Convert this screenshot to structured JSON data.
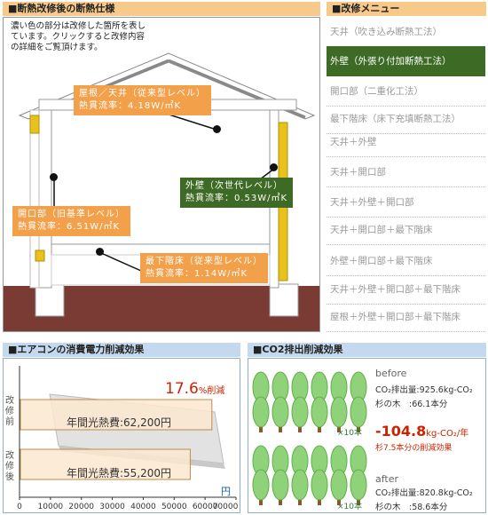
{
  "section_header": "■断熱改修後の断熱仕様",
  "menu_header": "■改修メニュー",
  "panel_note": "濃い色の部分は改修した箇所を表しています。クリックすると改修内容の詳細をご覧頂けます。",
  "labels": {
    "roof": {
      "line1": "屋根／天井（従来型レベル）",
      "line2": "熱貫流率：4.18W/㎡K"
    },
    "wall": {
      "line1": "外壁（次世代レベル）",
      "line2": "熱貫流率：0.53W/㎡K"
    },
    "opening": {
      "line1": "開口部（旧基準レベル）",
      "line2": "熱貫流率：6.51W/㎡K"
    },
    "floor": {
      "line1": "最下階床（従来型レベル）",
      "line2": "熱貫流率：1.14W/㎡K"
    }
  },
  "menu": [
    {
      "label": "天井（吹き込み断熱工法）",
      "active": false
    },
    {
      "label": "外壁（外張り付加断熱工法）",
      "active": true
    },
    {
      "label": "開口部（二重化工法）",
      "active": false
    },
    {
      "label": "最下階床（床下充填断熱工法）",
      "active": false
    },
    {
      "label": "天井＋外壁",
      "active": false
    },
    {
      "label": "天井＋開口部",
      "active": false
    },
    {
      "label": "天井＋外壁＋開口部",
      "active": false
    },
    {
      "label": "天井＋開口部＋最下階床",
      "active": false
    },
    {
      "label": "外壁＋開口部＋最下階床",
      "active": false
    },
    {
      "label": "天井＋外壁＋開口部＋最下階床",
      "active": false
    },
    {
      "label": "屋根＋外壁＋開口部＋最下階床",
      "active": false
    }
  ],
  "aircon": {
    "header": "■エアコンの消費電力削減効果",
    "reduction_value": "17.6",
    "reduction_suffix": "%削減",
    "before_label": "改修前",
    "after_label": "改修後",
    "before_text": "年間光熱費:62,200円",
    "after_text": "年間光熱費:55,200円",
    "unit": "円"
  },
  "co2": {
    "header": "■CO2排出削減効果",
    "before_title": "before",
    "before_emission": "CO₂排出量:925.6kg-CO₂",
    "before_trees": "杉の木　:66.1本分",
    "after_title": "after",
    "after_emission": "CO₂排出量:820.8kg-CO₂",
    "after_trees": "杉の木　:58.6本分",
    "reduction_value": "-104.8",
    "reduction_unit": "kg-CO₂/年",
    "reduction_note": "杉7.5本分の削減効果",
    "multiplier": "×10本",
    "colors": {
      "tree": "#8fd27a",
      "trunk": "#8a5a2b",
      "red": "#cc2200"
    }
  },
  "chart_data": {
    "type": "bar",
    "orientation": "horizontal",
    "categories": [
      "改修前",
      "改修後"
    ],
    "values": [
      62200,
      55200
    ],
    "xlim": [
      0,
      70000
    ],
    "xticks": [
      "0",
      "10000",
      "20000",
      "30000",
      "40000",
      "50000",
      "60000",
      "70000"
    ],
    "unit": "円",
    "grid": false
  }
}
